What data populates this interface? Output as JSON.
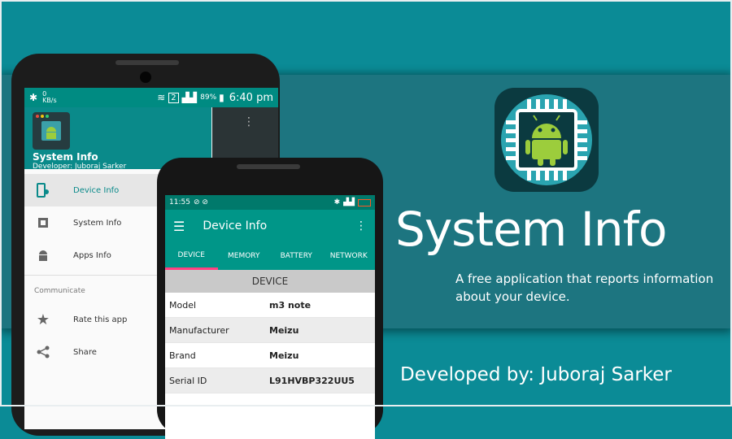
{
  "phone1": {
    "status": {
      "speed": "0",
      "speed_unit": "KB/s",
      "sim": "2",
      "battery": "89%",
      "time": "6:40 pm"
    },
    "drawer": {
      "app_title": "System Info",
      "developer": "Developer: Juboraj Sarker",
      "items": [
        {
          "label": "Device Info",
          "icon": "device-info-icon"
        },
        {
          "label": "System Info",
          "icon": "chip-icon"
        },
        {
          "label": "Apps Info",
          "icon": "android-icon"
        }
      ],
      "section_label": "Communicate",
      "communicate_items": [
        {
          "label": "Rate this app",
          "icon": "star-icon"
        },
        {
          "label": "Share",
          "icon": "share-icon"
        }
      ]
    }
  },
  "phone2": {
    "status": {
      "time": "11:55"
    },
    "toolbar_title": "Device Info",
    "tabs": [
      "DEVICE",
      "MEMORY",
      "BATTERY",
      "NETWORK"
    ],
    "section_title": "DEVICE",
    "rows": [
      {
        "key": "Model",
        "value": "m3 note"
      },
      {
        "key": "Manufacturer",
        "value": "Meizu"
      },
      {
        "key": "Brand",
        "value": "Meizu"
      },
      {
        "key": "Serial ID",
        "value": "L91HVBP322UU5"
      }
    ]
  },
  "promo": {
    "title": "System Info",
    "description": "A free application that reports information about your device.",
    "developed_by": "Developed by: Juboraj Sarker"
  },
  "colors": {
    "background": "#0b8b96",
    "band": "#1d7580",
    "accent": "#009688",
    "tab_indicator": "#ff4081"
  }
}
